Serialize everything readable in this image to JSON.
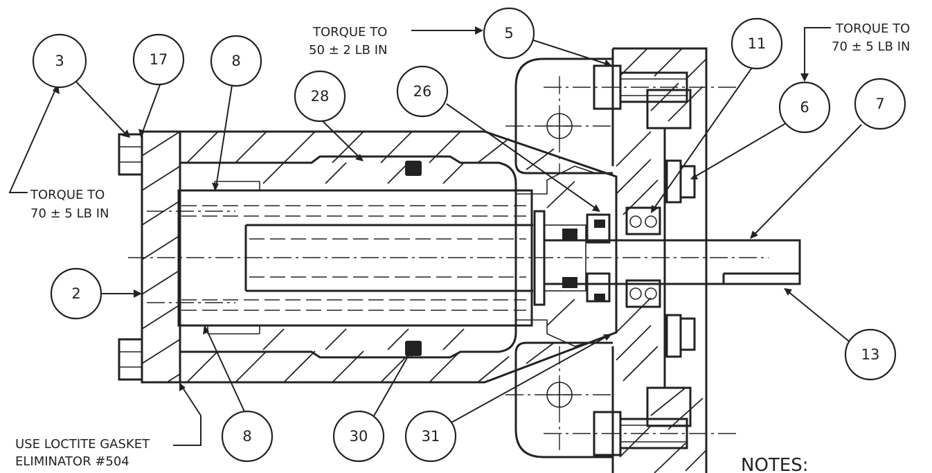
{
  "balloons": [
    {
      "id": "b3",
      "label": "3"
    },
    {
      "id": "b17",
      "label": "17"
    },
    {
      "id": "b8a",
      "label": "8"
    },
    {
      "id": "b28",
      "label": "28"
    },
    {
      "id": "b26",
      "label": "26"
    },
    {
      "id": "b5",
      "label": "5"
    },
    {
      "id": "b11",
      "label": "11"
    },
    {
      "id": "b6",
      "label": "6"
    },
    {
      "id": "b7",
      "label": "7"
    },
    {
      "id": "b2",
      "label": "2"
    },
    {
      "id": "b13",
      "label": "13"
    },
    {
      "id": "b8b",
      "label": "8"
    },
    {
      "id": "b30",
      "label": "30"
    },
    {
      "id": "b31",
      "label": "31"
    }
  ],
  "notes_text": {
    "torque_top_line1": "TORQUE TO",
    "torque_top_line2": "50 ± 2 LB IN",
    "torque_right_line1": "TORQUE TO",
    "torque_right_line2": "70 ± 5 LB IN",
    "torque_left_line1": "TORQUE TO",
    "torque_left_line2": "70 ± 5 LB IN",
    "loctite_line1": "USE LOCTITE GASKET",
    "loctite_line2": "ELIMINATOR #504",
    "notes_heading": "NOTES:"
  }
}
